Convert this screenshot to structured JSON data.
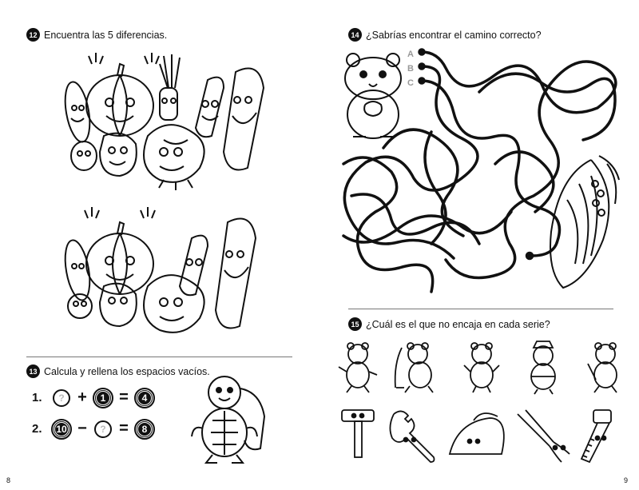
{
  "left_page": {
    "page_number": "8",
    "ex12": {
      "number": "12",
      "title": "Encuentra las 5 diferencias."
    },
    "ex13": {
      "number": "13",
      "title": "Calcula y rellena los espacios vacíos.",
      "rows": [
        {
          "label": "1.",
          "a": "?",
          "op": "+",
          "b": "1",
          "eq": "=",
          "result": "4"
        },
        {
          "label": "2.",
          "a": "10",
          "op": "−",
          "b": "?",
          "eq": "=",
          "result": "8"
        }
      ]
    }
  },
  "right_page": {
    "page_number": "9",
    "ex14": {
      "number": "14",
      "title": "¿Sabrías encontrar el camino correcto?",
      "paths": [
        "A",
        "B",
        "C"
      ]
    },
    "ex15": {
      "number": "15",
      "title": "¿Cuál es el que no encaja en cada serie?"
    }
  }
}
